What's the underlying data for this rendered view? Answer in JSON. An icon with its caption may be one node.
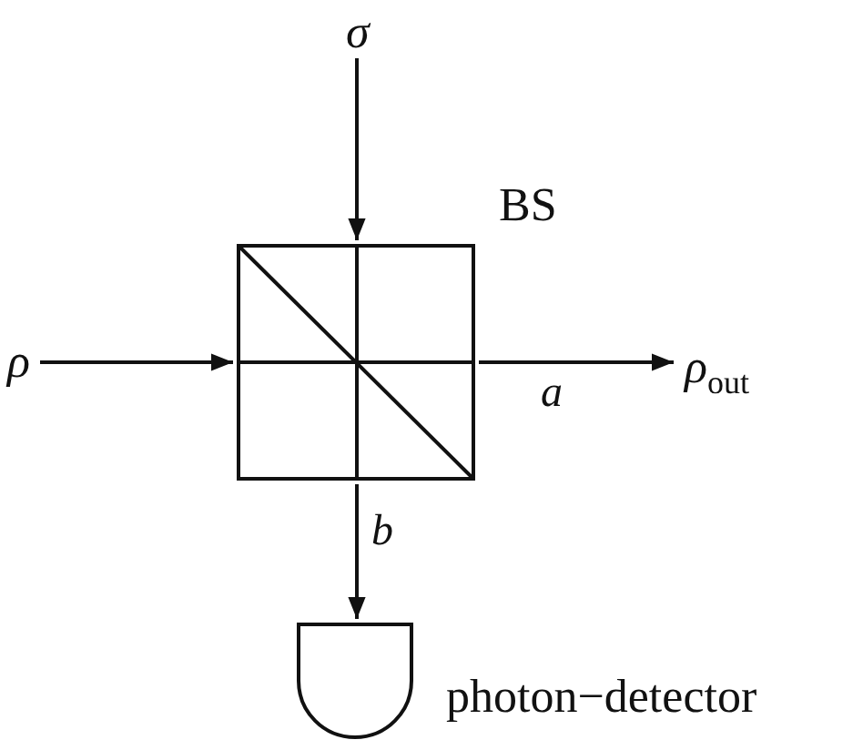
{
  "diagram": {
    "nodes": [
      {
        "text": [
          "σ"
        ]
      },
      {
        "text": [
          "BS"
        ]
      },
      {
        "text": [
          "ρ"
        ]
      },
      {
        "text": [
          "ρ$_{out}$"
        ]
      },
      {
        "text": [
          "photon−detector"
        ]
      }
    ],
    "edges": [
      {
        "from": 0,
        "to": 1,
        "arrow": "to"
      },
      {
        "from": 2,
        "to": 1,
        "arrow": "to"
      },
      {
        "from": 1,
        "to": 3,
        "arrow": "to",
        "label": "a"
      },
      {
        "from": 1,
        "to": 4,
        "arrow": "to",
        "label": "b"
      }
    ]
  }
}
